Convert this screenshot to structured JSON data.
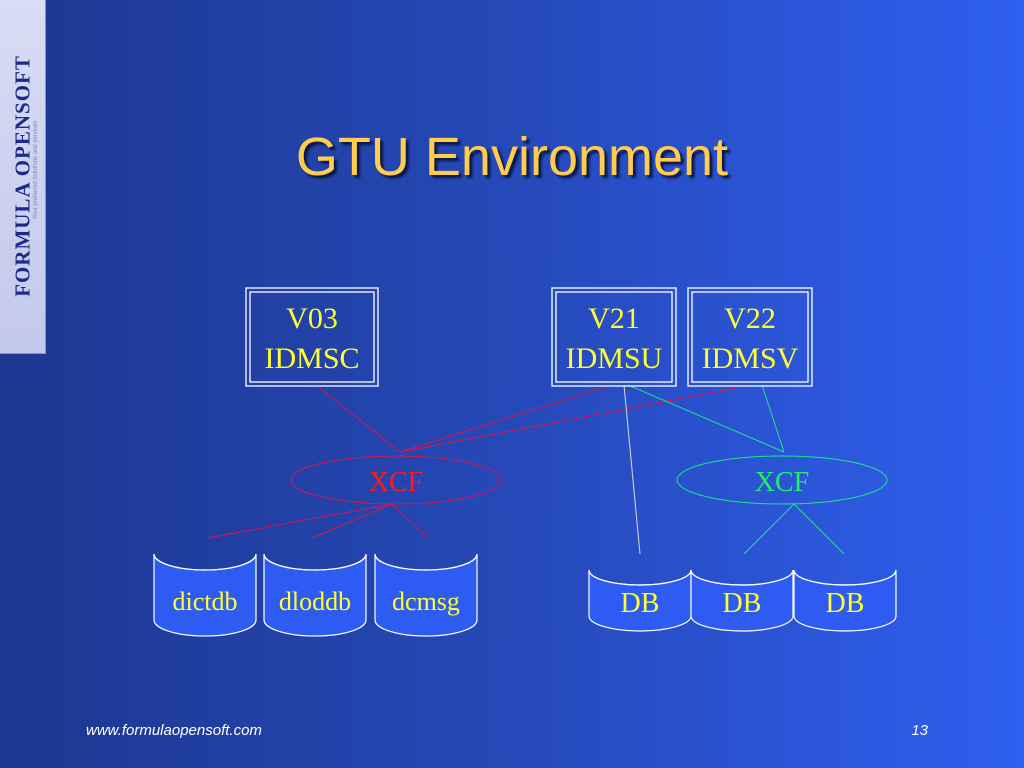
{
  "logo": {
    "text": "FORMULA OPENSOFT",
    "tagline": "Your preferred solutions and services"
  },
  "title": "GTU Environment",
  "colors": {
    "title": "#ffcc4d",
    "node_text": "#ffff33",
    "left_links": "#d6164a",
    "right_links": "#1ee38c",
    "db_links": "#d9d9d9",
    "xcf_left_text": "#ff1a1a",
    "xcf_right_text": "#22ee66",
    "db_fill": "#2e5bf2",
    "db_stroke": "#ffffff"
  },
  "nodes": {
    "v03": {
      "line1": "V03",
      "line2": "IDMSC"
    },
    "v21": {
      "line1": "V21",
      "line2": "IDMSU"
    },
    "v22": {
      "line1": "V22",
      "line2": "IDMSV"
    }
  },
  "xcf_left": "XCF",
  "xcf_right": "XCF",
  "left_dbs": [
    "dictdb",
    "dloddb",
    "dcmsg"
  ],
  "right_dbs": [
    "DB",
    "DB",
    "DB"
  ],
  "footer": {
    "url": "www.formulaopensoft.com",
    "page": "13"
  }
}
